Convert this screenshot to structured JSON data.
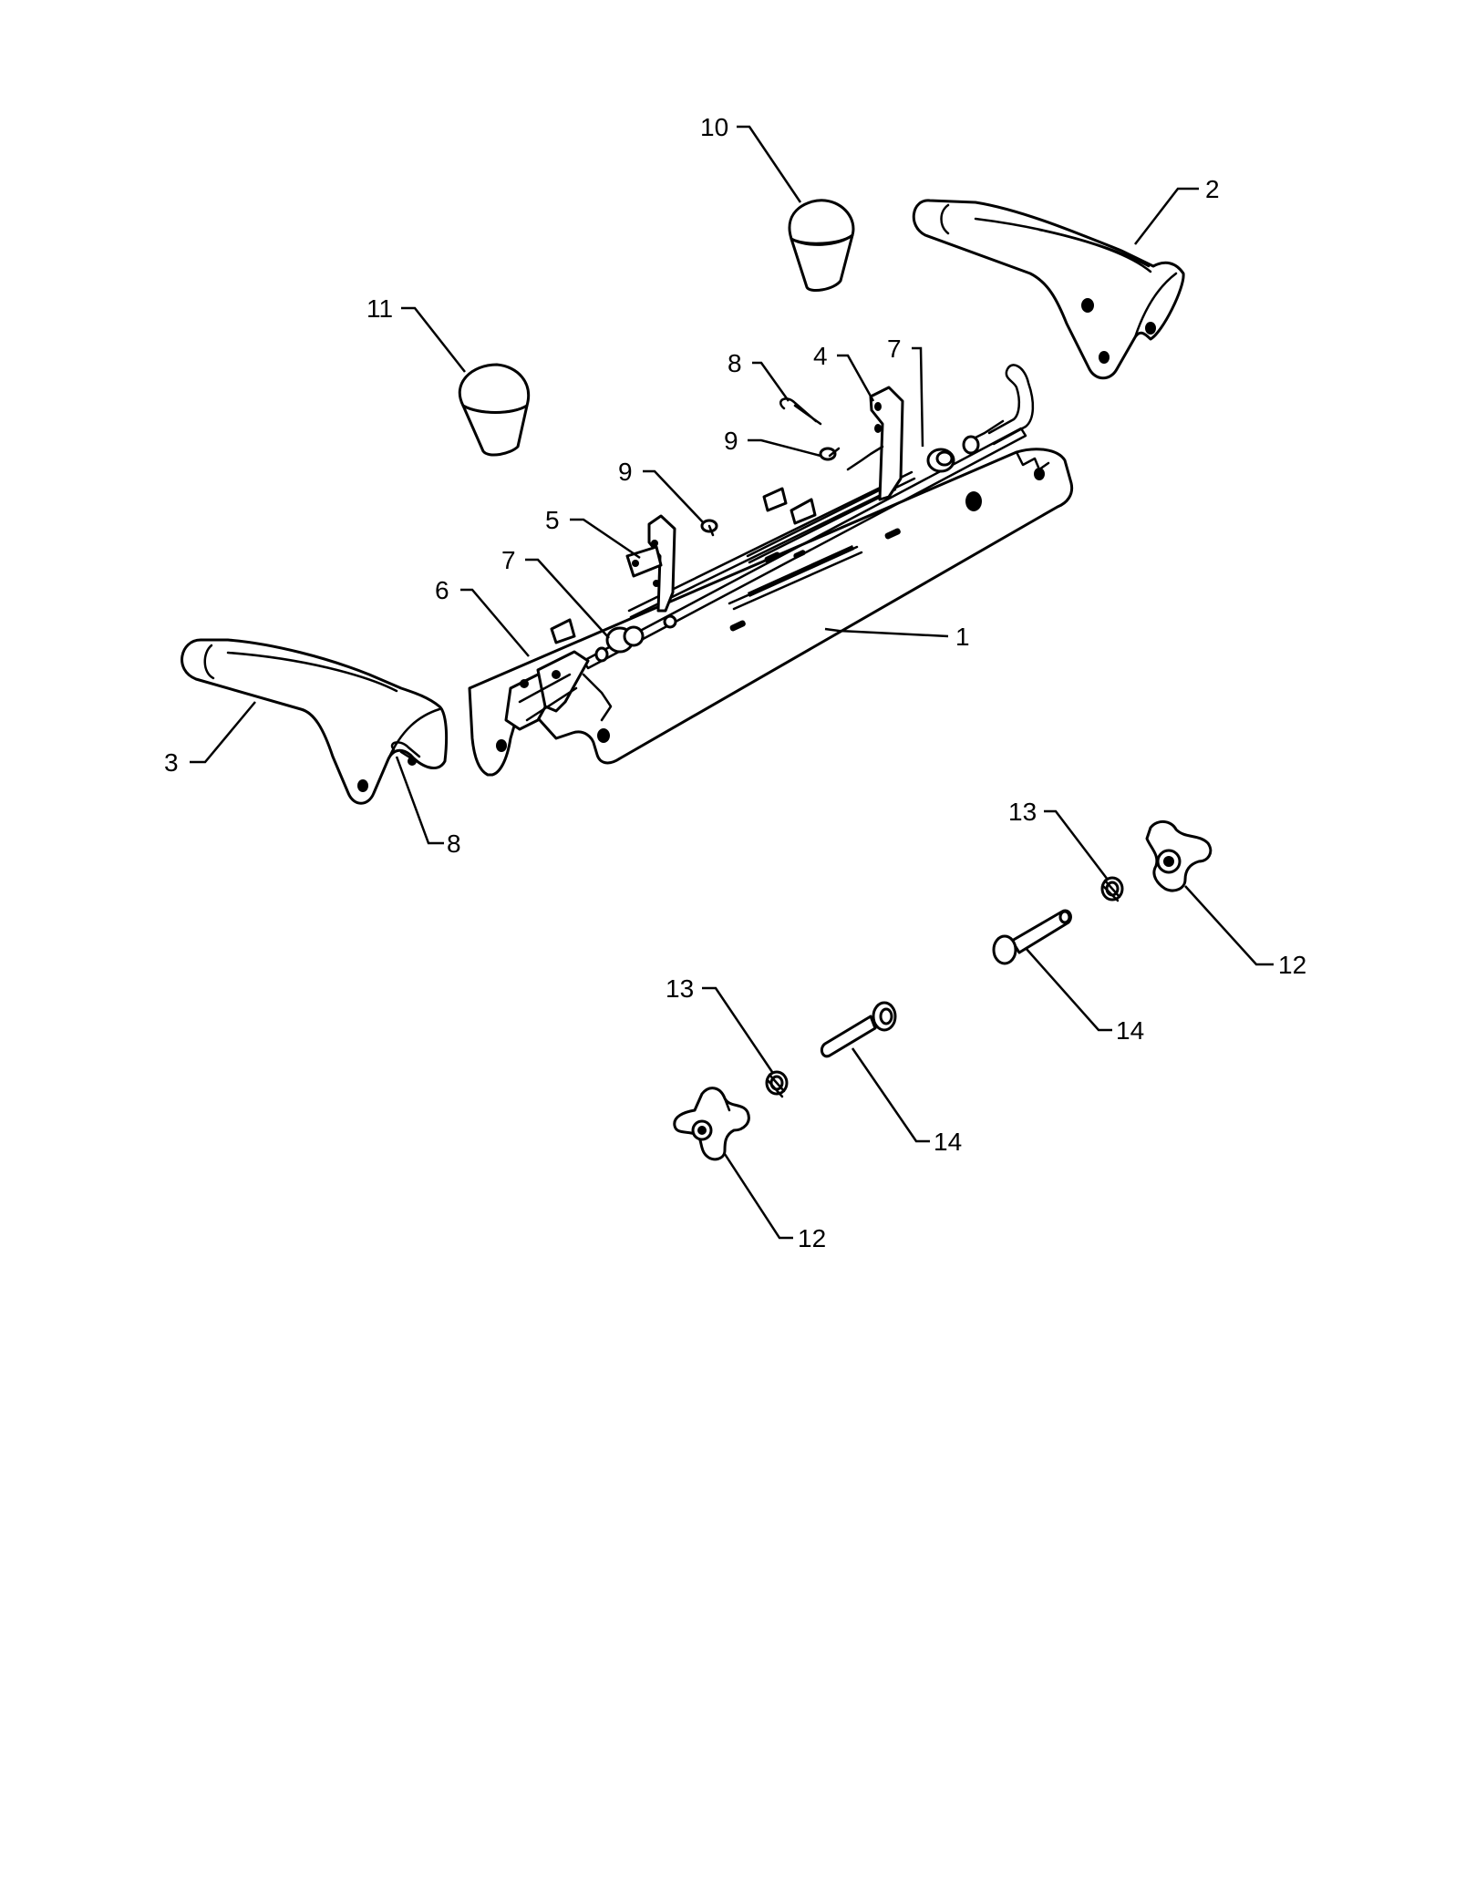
{
  "callouts": {
    "c1": "1",
    "c2": "2",
    "c3": "3",
    "c4": "4",
    "c5": "5",
    "c6": "6",
    "c7a": "7",
    "c7b": "7",
    "c8a": "8",
    "c8b": "8",
    "c9a": "9",
    "c9b": "9",
    "c10": "10",
    "c11": "11",
    "c12a": "12",
    "c12b": "12",
    "c13a": "13",
    "c13b": "13",
    "c14a": "14",
    "c14b": "14"
  }
}
